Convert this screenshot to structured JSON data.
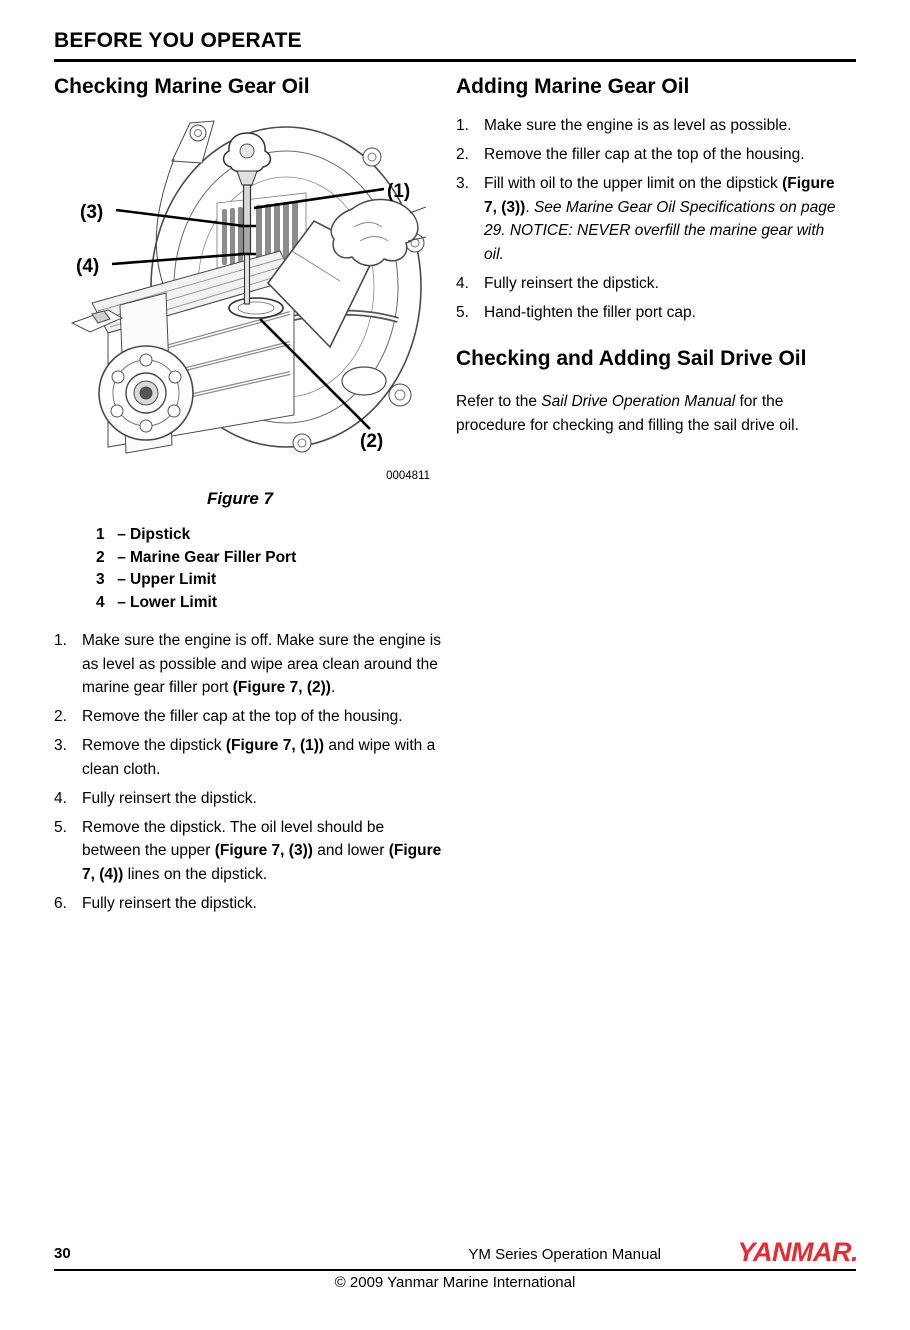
{
  "header": {
    "title": "BEFORE YOU OPERATE"
  },
  "left": {
    "heading": "Checking Marine Gear Oil",
    "figure": {
      "code": "0004811",
      "caption": "Figure 7",
      "callouts": {
        "c1": "(1)",
        "c2": "(2)",
        "c3": "(3)",
        "c4": "(4)"
      },
      "legend_separator": "–",
      "legend": [
        {
          "num": "1",
          "label": "Dipstick"
        },
        {
          "num": "2",
          "label": "Marine Gear Filler Port"
        },
        {
          "num": "3",
          "label": "Upper Limit"
        },
        {
          "num": "4",
          "label": "Lower Limit"
        }
      ]
    },
    "steps": [
      {
        "num": "1.",
        "segments": [
          {
            "t": "Make sure the engine is off. Make sure the engine is as level as possible and wipe area clean around the marine gear filler port "
          },
          {
            "t": "(Figure 7, (2))",
            "s": "b"
          },
          {
            "t": "."
          }
        ]
      },
      {
        "num": "2.",
        "segments": [
          {
            "t": "Remove the filler cap at the top of the housing."
          }
        ]
      },
      {
        "num": "3.",
        "segments": [
          {
            "t": "Remove the dipstick "
          },
          {
            "t": "(Figure 7, (1))",
            "s": "b"
          },
          {
            "t": " and wipe with a clean cloth."
          }
        ]
      },
      {
        "num": "4.",
        "segments": [
          {
            "t": "Fully reinsert the dipstick."
          }
        ]
      },
      {
        "num": "5.",
        "segments": [
          {
            "t": "Remove the dipstick. The oil level should be between the upper "
          },
          {
            "t": "(Figure 7, (3))",
            "s": "b"
          },
          {
            "t": " and lower "
          },
          {
            "t": "(Figure 7, (4))",
            "s": "b"
          },
          {
            "t": " lines on the dipstick."
          }
        ]
      },
      {
        "num": "6.",
        "segments": [
          {
            "t": "Fully reinsert the dipstick."
          }
        ]
      }
    ]
  },
  "right": {
    "heading": "Adding Marine Gear Oil",
    "steps": [
      {
        "num": "1.",
        "segments": [
          {
            "t": "Make sure the engine is as level as possible."
          }
        ]
      },
      {
        "num": "2.",
        "segments": [
          {
            "t": "Remove the filler cap at the top of the housing."
          }
        ]
      },
      {
        "num": "3.",
        "segments": [
          {
            "t": "Fill with oil to the upper limit on the dipstick "
          },
          {
            "t": "(Figure 7, (3))",
            "s": "b"
          },
          {
            "t": ". "
          },
          {
            "t": "See Marine Gear Oil Specifications on page 29. NOTICE: NEVER overfill the marine gear with oil.",
            "s": "i"
          }
        ]
      },
      {
        "num": "4.",
        "segments": [
          {
            "t": "Fully reinsert the dipstick."
          }
        ]
      },
      {
        "num": "5.",
        "segments": [
          {
            "t": "Hand-tighten the filler port cap."
          }
        ]
      }
    ],
    "sail": {
      "heading": "Checking and Adding Sail Drive Oil",
      "paragraph": [
        {
          "t": "Refer to the "
        },
        {
          "t": "Sail Drive Operation Manual",
          "s": "i"
        },
        {
          "t": " for the procedure for checking and filling the sail drive oil."
        }
      ]
    }
  },
  "footer": {
    "page_number": "30",
    "manual_title": "YM Series Operation Manual",
    "logo_text": "YANMAR.",
    "logo_color": "#e12d33",
    "copyright": "© 2009 Yanmar Marine International"
  }
}
